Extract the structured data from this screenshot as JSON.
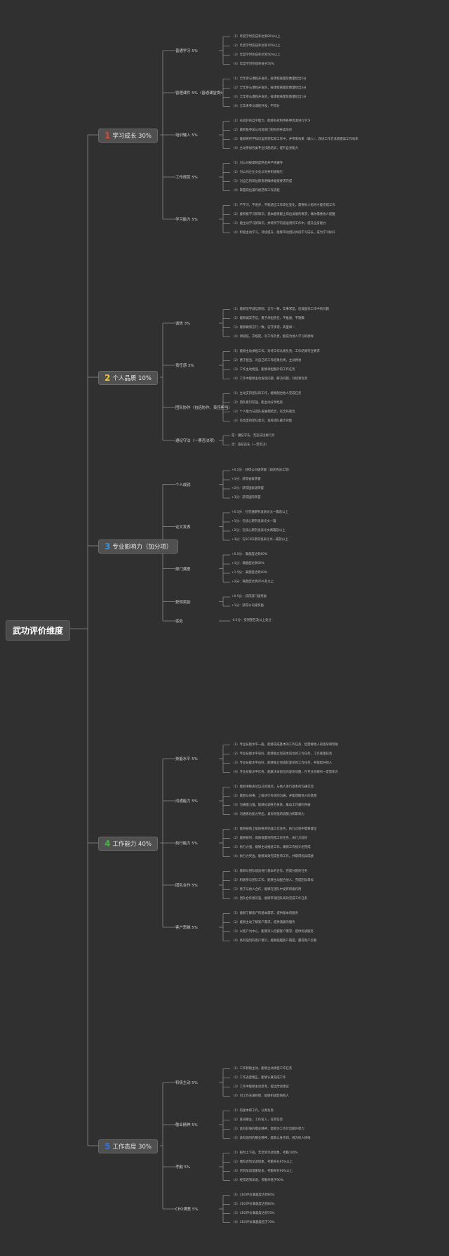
{
  "root": {
    "title": "武功评价维度"
  },
  "sections": [
    {
      "num": "1",
      "label": "学习成长 30%",
      "color": "#d84a3a",
      "categories": [
        {
          "label": "普通学习 5%",
          "items": [
            "（1）年度学时完成率达到85%以上",
            "（2）年度学时完成率达到70%以上",
            "（3）年度学时完成率达到50%以上",
            "（4）年度学时完成率低于50%"
          ]
        },
        {
          "label": "管理课件 5%（普通课堂类）",
          "items": [
            "（1）全年参与课程开发的，按课程质量及数量给出5分",
            "（2）全年参与课程开发的，按课程质量及数量给出3分",
            "（3）全年参与课程开发的，按课程质量及数量给出1分",
            "（4）全年未参与课程开发，不得分"
          ]
        },
        {
          "label": "培训输入 5%",
          "items": [
            "（1）有良好的自学能力，能够有效利用各种资源进行学习",
            "（2）能积极参加公司及部门组织的各类培训",
            "（3）能够将所学知识运用到实际工作中，并带来效果（输入），改进工作方法或提高工作效率",
            "（4）主动参加各类专业技能培训，提升自身能力"
          ]
        },
        {
          "label": "工作规范 5%",
          "items": [
            "（1）对公司规章制度熟悉并严格遵守",
            "（2）对公司企业文化认同并积极践行",
            "（3）对自己的岗位职责明确并能按要求完成",
            "（4）掌握岗位操作规范和工作流程"
          ]
        },
        {
          "label": "学习能力 5%",
          "items": [
            "（1）不学习，不进步，不能适应工作岗位变化，需要他人指导才能完成工作",
            "（2）能积极学习新知识，基本能够跟上岗位发展的要求，偶尔需要他人提醒",
            "（3）能主动学习新知识，并将所学内容运用到工作中，提升自身能力",
            "（4）积极主动学习，持续提升，能够带动团队共同学习成长，成为学习标杆"
          ]
        }
      ]
    },
    {
      "num": "2",
      "label": "个人品质 10%",
      "color": "#e8c33a",
      "categories": [
        {
          "label": "诚信 3%",
          "items": [
            "（1）能够坚守诚信原则，言行一致，实事求是，坦诚面对工作中的问题",
            "（2）能够诚实守信，勇于承担责任，不推诿，不隐瞒",
            "（3）能够做到言行一致，信守承诺，表里如一",
            "（4）讲诚信，守规矩，对工作负责，能成为他人学习的榜样"
          ]
        },
        {
          "label": "责任感 3%",
          "items": [
            "（1）能够主动承担工作，对待工作认真负责，工作结果符合要求",
            "（2）勇于担当，对自己的工作结果负责，主动改进",
            "（3）工作主动性强，能够承担额外的工作任务",
            "（4）工作中能够主动发现问题、解决问题，对结果负责"
          ]
        },
        {
          "label": "团队协作（包括协作、责任担当）",
          "items": [
            "（1）主动支持团队的工作，能够配合他人完成任务",
            "（2）团队意识较强，能主动分享经验",
            "（3）个人能力与团队发展相结合，有全局观念",
            "（4）有高度的团队意识，发挥团队最大效能"
          ]
        },
        {
          "label": "遵纪守法（一票否决项）",
          "items": [
            "是：遵纪守法，无违法违规行为",
            "否：违纪违法（一票否决）"
          ]
        }
      ]
    },
    {
      "num": "3",
      "label": "专业影响力（加分项）",
      "color": "#3a8fd8",
      "categories": [
        {
          "label": "个人成就",
          "items": [
            "+0.5分：获得公司级荣誉（如优秀员工等）",
            "+1分：获得省级荣誉",
            "+2分：获得国家级荣誉",
            "+3分：获得国际荣誉"
          ]
        },
        {
          "label": "论文发表",
          "items": [
            "+0.5分：在普通期刊发表论文一篇及以上",
            "+1分：在核心期刊发表论文一篇",
            "+2分：在核心期刊发表论文两篇及以上",
            "+3分：在SCI/EI期刊发表论文一篇及以上"
          ]
        },
        {
          "label": "部门满意",
          "items": [
            "+0.5分：满意度达到80%",
            "+1分：满意度达到85%",
            "+1.5分：满意度达到90%",
            "+2分：满意度达到95%及以上"
          ]
        },
        {
          "label": "获得奖励",
          "items": [
            "+0.5分：获得部门级奖励",
            "+1分：获得公司级奖励"
          ]
        },
        {
          "label": "惩处",
          "items": [
            "-0.5分：受到警告及以上处分"
          ]
        }
      ]
    },
    {
      "num": "4",
      "label": "工作能力 40%",
      "color": "#4cae4c",
      "categories": [
        {
          "label": "技能水平 5%",
          "items": [
            "（1）专业技能水平一般，能够完成基本的工作任务，但需要他人的指导和帮助",
            "（2）专业技能水平较好，能够独立完成本岗位的工作任务，工作质量较高",
            "（3）专业技能水平良好，能够独立完成较复杂的工作任务，并能指导他人",
            "（4）专业技能水平优秀，能解决本岗位的复杂问题，在专业领域有一定影响力"
          ]
        },
        {
          "label": "沟通能力 5%",
          "items": [
            "（1）能够清晰表达自己的观点，与他人进行基本的沟通交流",
            "（2）能够与同事、上级进行有效的沟通，并能理解他人的意图",
            "（3）沟通能力强，能够协调各方关系，推动工作顺利开展",
            "（4）沟通表达能力突出，具有很强的说服力和影响力"
          ]
        },
        {
          "label": "执行能力 5%",
          "items": [
            "（1）能够按照上级的要求完成工作任务，执行过程中需要督促",
            "（2）能够按时、保质保量地完成工作任务，执行力较好",
            "（3）执行力强，能够主动推进工作，确保工作按计划完成",
            "（4）执行力突出，能够高效完成各项工作，并取得优异成绩"
          ]
        },
        {
          "label": "团队合作 5%",
          "items": [
            "（1）能够与团队成员进行基本的合作，完成分配的任务",
            "（2）积极参与团队工作，能够主动配合他人，完成团队目标",
            "（3）善于与他人合作，能够在团队中发挥积极作用",
            "（4）团队合作意识强，能够带领团队高效完成工作任务"
          ]
        },
        {
          "label": "客户思维 5%",
          "items": [
            "（1）能够了解客户的基本需求，提供基本的服务",
            "（2）能够主动了解客户需求，提供满意的服务",
            "（3）以客户为中心，能够深入挖掘客户需求，提供优质服务",
            "（4）具有强烈的客户意识，能够超越客户期望，赢得客户信赖"
          ]
        }
      ]
    },
    {
      "num": "5",
      "label": "工作态度 30%",
      "color": "#3a6fd8",
      "categories": [
        {
          "label": "积极主动 5%",
          "items": [
            "（1）工作积极主动，能够主动承担工作任务",
            "（2）工作态度端正，能够认真完成工作",
            "（3）工作中能够主动思考，提出改进建议",
            "（4）对工作充满热情，能够积极影响他人"
          ]
        },
        {
          "label": "敬业精神 5%",
          "items": [
            "（1）热爱本职工作，认真负责",
            "（2）爱岗敬业，工作投入，任劳任怨",
            "（3）具有较强的敬业精神，能够为工作付出额外努力",
            "（4）具有强烈的敬业精神，能够以身作则，成为他人榜样"
          ]
        },
        {
          "label": "考勤 5%",
          "items": [
            "（1）按时上下班，无迟到早退现象，考勤100%",
            "（2）偶有迟到早退现象，考勤率在95%以上",
            "（3）迟到早退现象较多，考勤率在90%以上",
            "（4）经常迟到早退，考勤率低于90%"
          ]
        },
        {
          "label": "CEO满意 5%",
          "items": [
            "（1）CEO评价满意度达到90%",
            "（2）CEO评价满意度达到80%",
            "（3）CEO评价满意度达到70%",
            "（4）CEO评价满意度低于70%"
          ]
        }
      ]
    }
  ]
}
